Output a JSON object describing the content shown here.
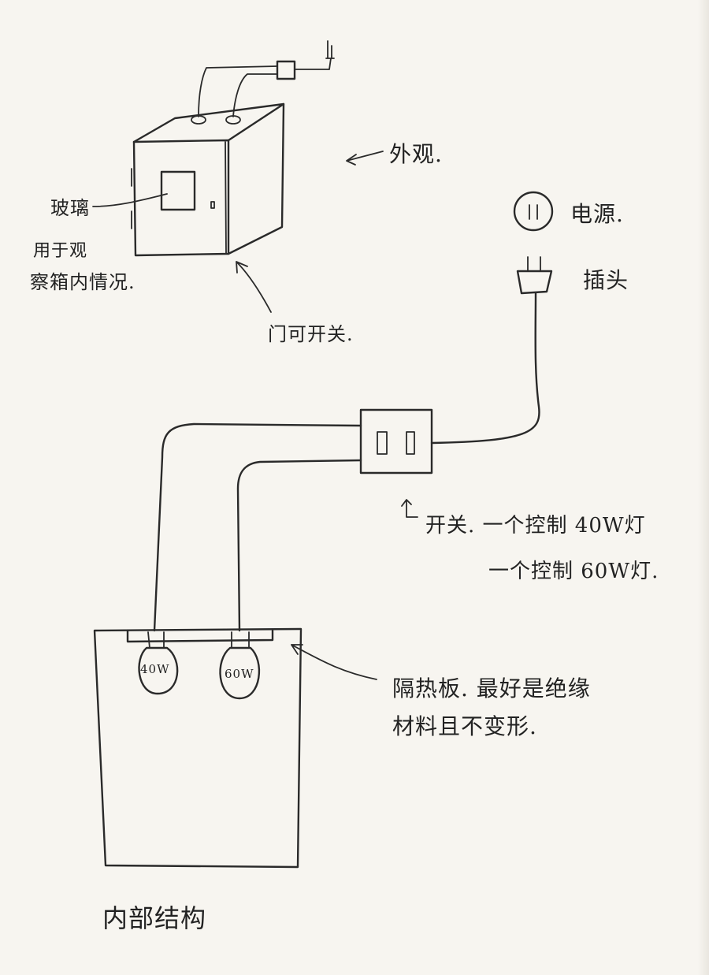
{
  "labels": {
    "appearance": "外观.",
    "glass": "玻璃",
    "glass_desc_1": "用于观",
    "glass_desc_2": "察箱内情况.",
    "door_switch": "门可开关.",
    "power": "电源.",
    "plug": "插头",
    "switch_1": "开关. 一个控制 40W灯",
    "switch_2": "一个控制 60W灯.",
    "board_1": "隔热板. 最好是绝缘",
    "board_2": "材料且不变形.",
    "internal": "内部结构"
  },
  "bulbs": {
    "left": "40W",
    "right": "60W"
  },
  "colors": {
    "paper": "#f7f5f0",
    "ink": "#2a2a2a"
  }
}
